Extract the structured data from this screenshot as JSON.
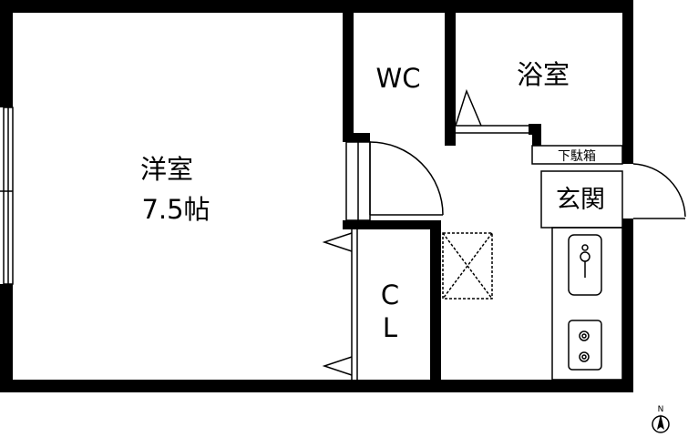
{
  "rooms": {
    "western_room": {
      "name": "洋室",
      "size": "7.5帖"
    },
    "wc": {
      "label": "WC"
    },
    "bath": {
      "label": "浴室"
    },
    "closet": {
      "line1": "C",
      "line2": "L"
    },
    "shoe_box": {
      "label": "下駄箱"
    },
    "entrance": {
      "label": "玄関"
    }
  },
  "compass": {
    "label": "N"
  },
  "colors": {
    "wall": "#000000",
    "background": "#ffffff",
    "line": "#000000"
  }
}
